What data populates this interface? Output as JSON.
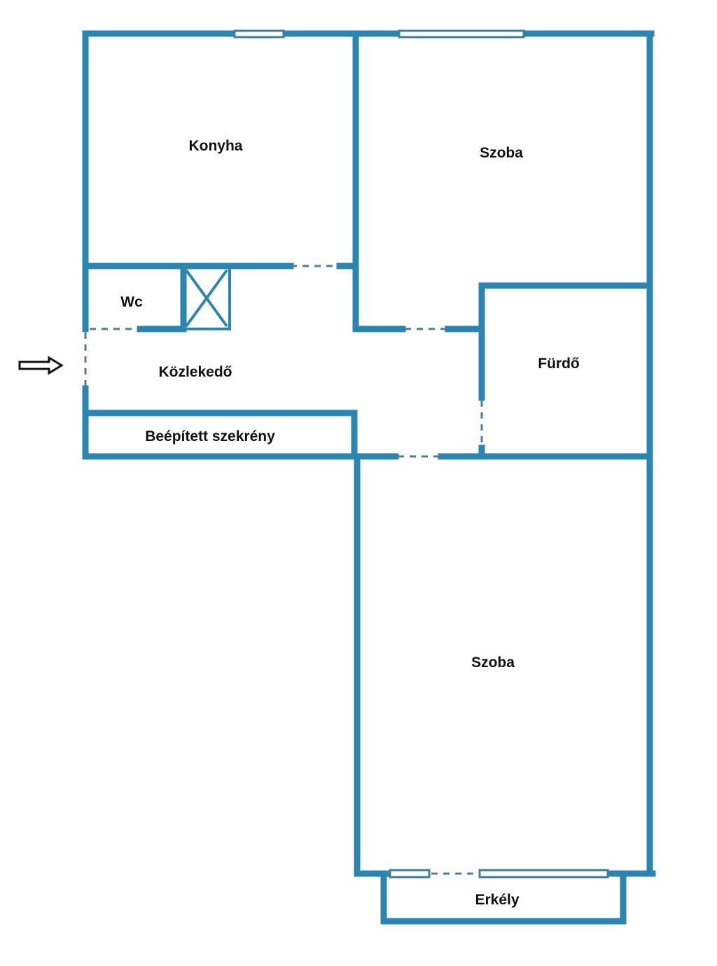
{
  "plan": {
    "colors": {
      "wall": "#2a86b0",
      "text": "#111111"
    },
    "rooms": {
      "kitchen": "Konyha",
      "room_top": "Szoba",
      "wc": "Wc",
      "hallway": "Közlekedő",
      "bathroom": "Fürdő",
      "closet": "Beépített szekrény",
      "room_bottom": "Szoba",
      "balcony": "Erkély"
    },
    "entrance_icon": "arrow-right-outline-icon"
  }
}
